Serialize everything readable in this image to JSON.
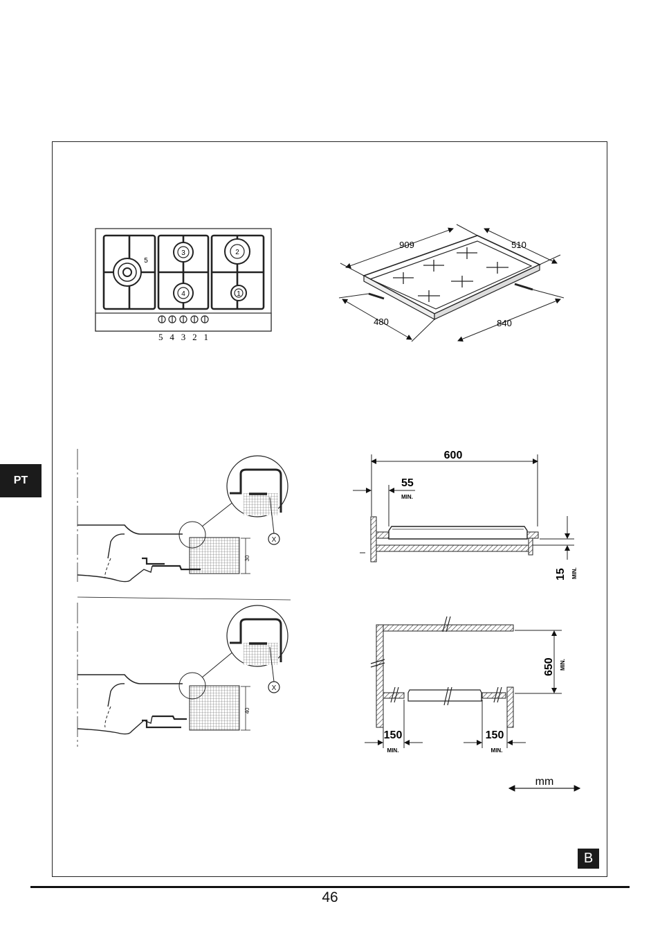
{
  "language_tab": "PT",
  "figure_label": "B",
  "page_number": "46",
  "hob_top_view": {
    "burner_labels": [
      "1",
      "2",
      "3",
      "4",
      "5"
    ],
    "knob_numbers": "5 4 3 2 1"
  },
  "hob_perspective": {
    "dimensions": {
      "width": "909",
      "depth": "510",
      "cutout_depth": "480",
      "cutout_width": "840"
    }
  },
  "section_detail": {
    "marker": "X",
    "upper_thickness": "30",
    "lower_thickness": "40"
  },
  "installation_front": {
    "width": "600",
    "side_clearance": "55",
    "side_clearance_note": "MIN.",
    "bottom_clearance": "15",
    "bottom_clearance_note": "MIN."
  },
  "installation_clearances": {
    "top_clearance": "650",
    "top_clearance_note": "MIN.",
    "left_clearance": "150",
    "left_clearance_note": "MIN.",
    "right_clearance": "150",
    "right_clearance_note": "MIN."
  },
  "units_label": "mm"
}
